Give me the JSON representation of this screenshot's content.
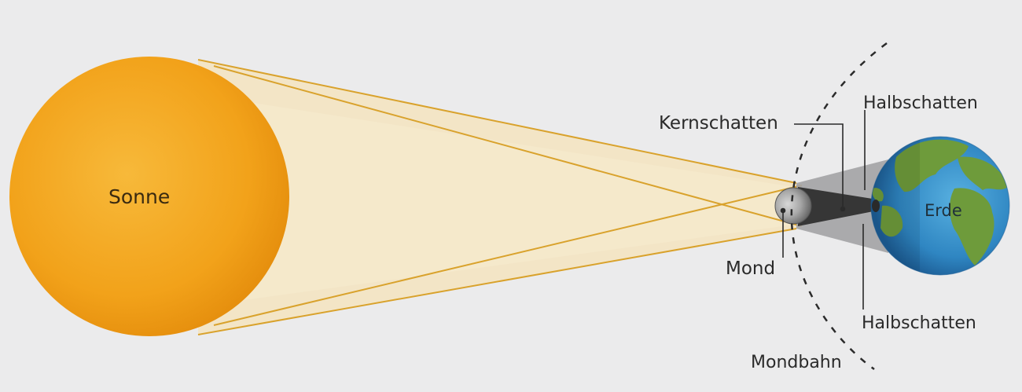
{
  "labels": {
    "sun": "Sonne",
    "earth": "Erde",
    "umbra": "Kernschatten",
    "penumbra_top": "Halbschatten",
    "penumbra_bottom": "Halbschatten",
    "moon": "Mond",
    "moon_orbit": "Mondbahn"
  },
  "colors": {
    "background": "#ebebec",
    "sun": "#f2a21a",
    "light_cone": "#f4e6c2",
    "ray_line": "#d9a22c",
    "penumbra": "#9d9d9f",
    "umbra": "#3a3a3a",
    "earth_ocean": "#3a8fc9",
    "earth_land": "#6a9a3a",
    "orbit": "#2b2b2b"
  }
}
